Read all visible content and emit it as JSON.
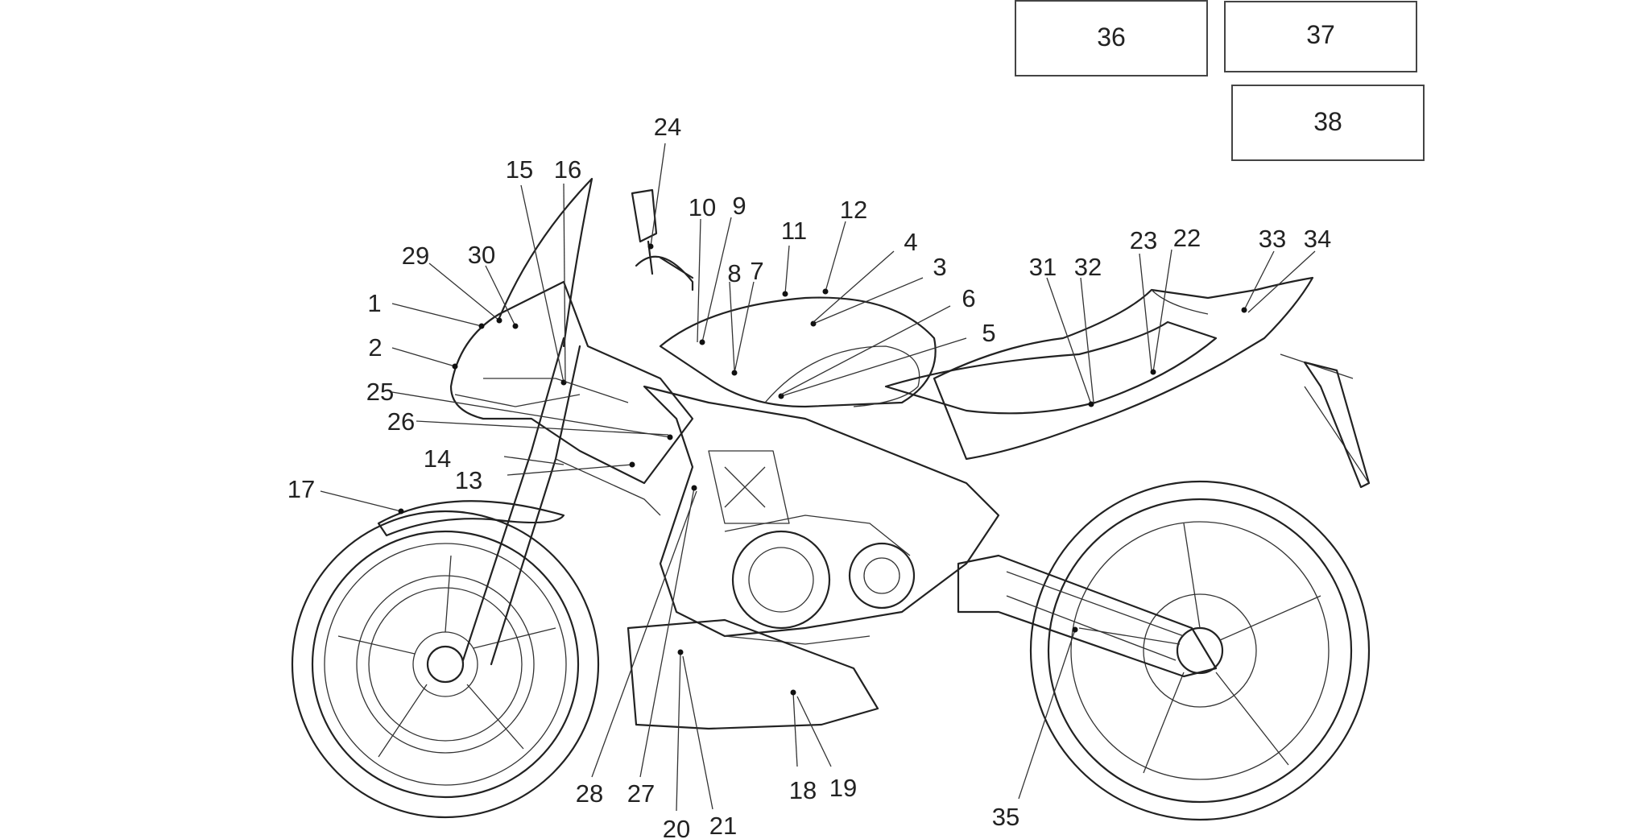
{
  "boxes": [
    {
      "id": "box-36",
      "label": "36"
    },
    {
      "id": "box-37",
      "label": "37"
    },
    {
      "id": "box-38",
      "label": "38"
    }
  ],
  "callouts": [
    "1",
    "2",
    "3",
    "4",
    "5",
    "6",
    "7",
    "8",
    "9",
    "10",
    "11",
    "12",
    "13",
    "14",
    "15",
    "16",
    "17",
    "18",
    "19",
    "20",
    "21",
    "22",
    "23",
    "24",
    "25",
    "26",
    "27",
    "28",
    "29",
    "30",
    "31",
    "32",
    "33",
    "34",
    "35"
  ]
}
